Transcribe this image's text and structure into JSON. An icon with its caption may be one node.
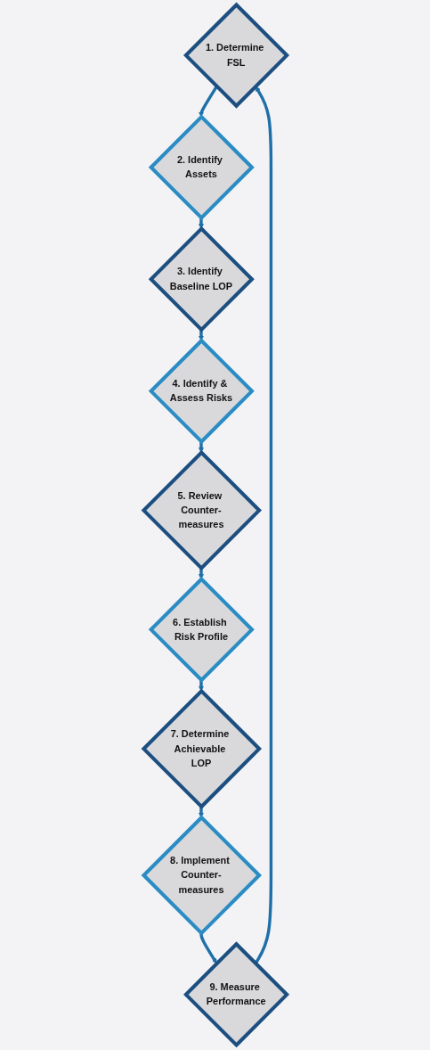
{
  "diagram": {
    "nodes": [
      {
        "text": [
          "1. Determine FSL"
        ]
      },
      {
        "text": [
          "2. Identify Assets"
        ]
      },
      {
        "text": [
          "3. Identify Baseline LOP"
        ]
      },
      {
        "text": [
          "4. Identify & Assess Risks"
        ]
      },
      {
        "text": [
          "5. Review Counter-measures"
        ]
      },
      {
        "text": [
          "6. Establish Risk Profile"
        ]
      },
      {
        "text": [
          "7. Determine Achievable LOP"
        ]
      },
      {
        "text": [
          "8. Implement Counter-measures"
        ]
      },
      {
        "text": [
          "9. Measure Performance"
        ]
      }
    ],
    "edges": [
      {
        "from": 0,
        "to": 1,
        "arrow": "to"
      },
      {
        "from": 1,
        "to": 2,
        "arrow": "to"
      },
      {
        "from": 2,
        "to": 3,
        "arrow": "to"
      },
      {
        "from": 3,
        "to": 4,
        "arrow": "to"
      },
      {
        "from": 4,
        "to": 5,
        "arrow": "to"
      },
      {
        "from": 5,
        "to": 6,
        "arrow": "to"
      },
      {
        "from": 6,
        "to": 7,
        "arrow": "to"
      },
      {
        "from": 7,
        "to": 8,
        "arrow": "to"
      },
      {
        "from": 8,
        "to": 0,
        "arrow": "to"
      }
    ]
  }
}
